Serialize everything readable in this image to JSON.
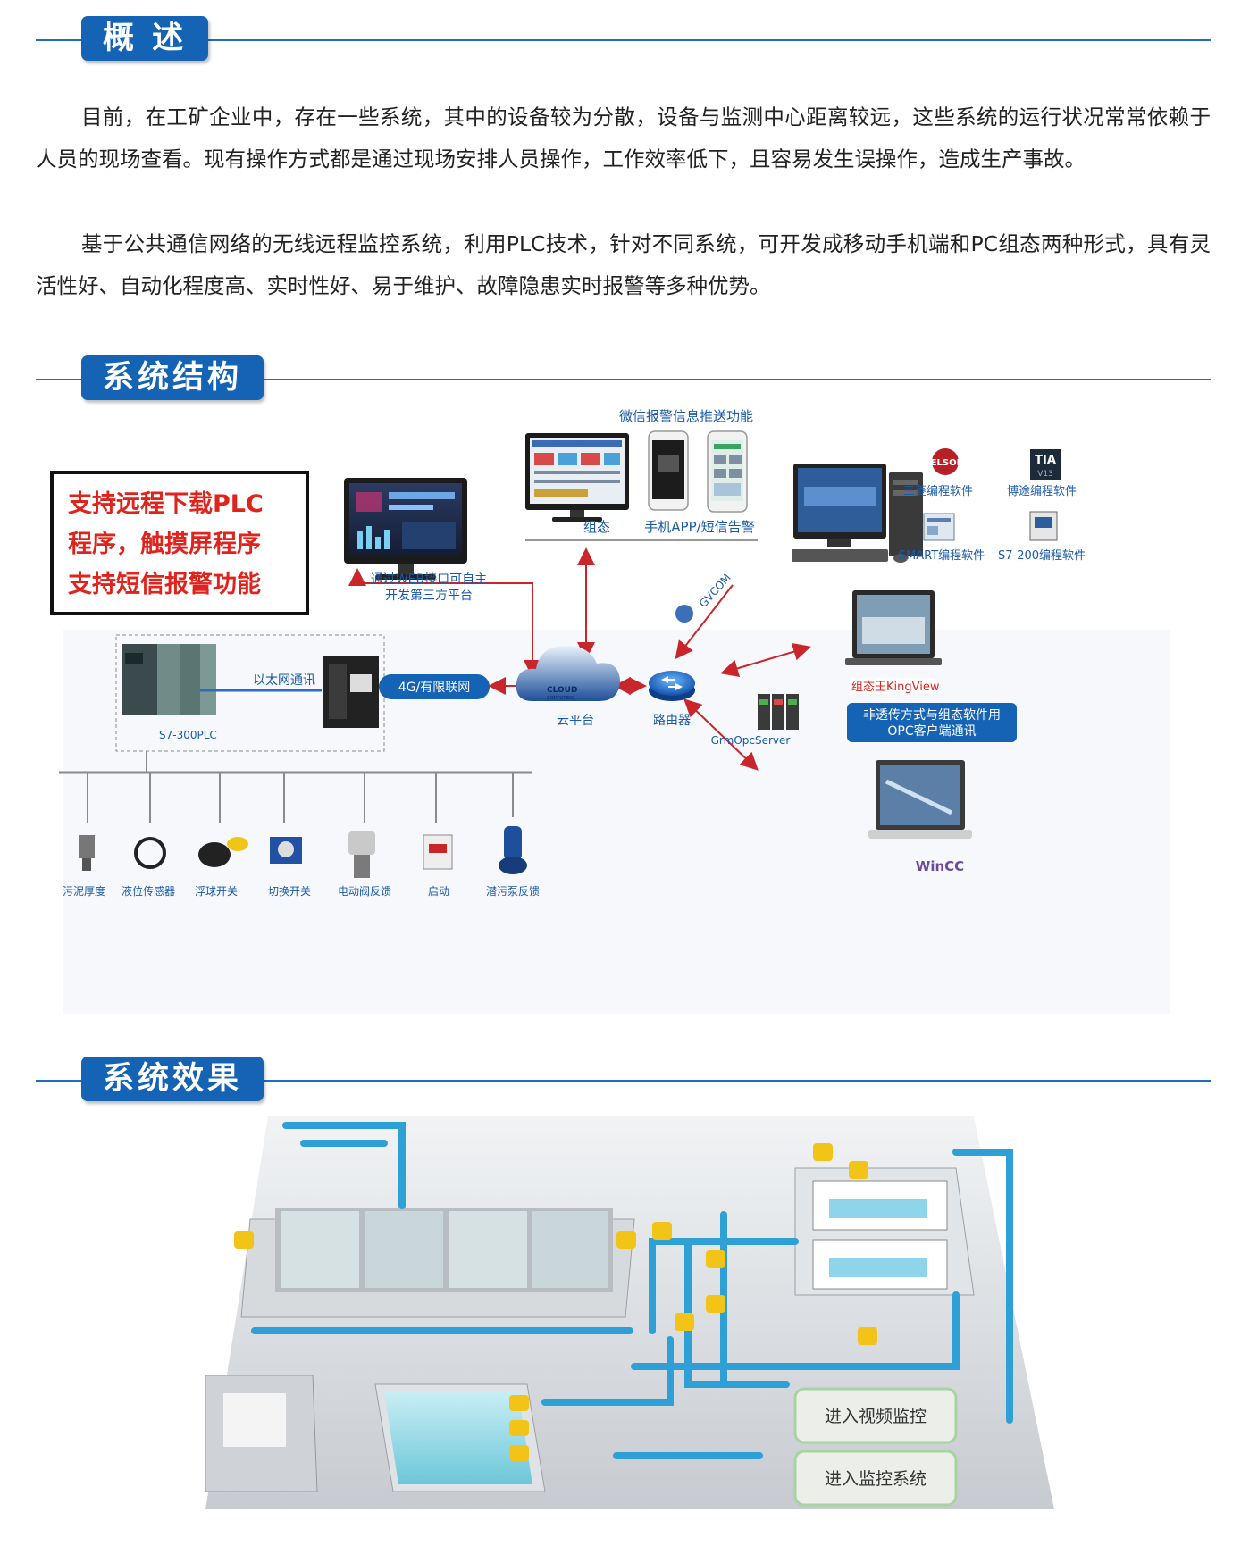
{
  "sections": {
    "overview": "概 述",
    "structure": "系统结构",
    "effect": "系统效果"
  },
  "overview": {
    "p1": "目前，在工矿企业中，存在一些系统，其中的设备较为分散，设备与监测中心距离较远，这些系统的运行状况常常依赖于人员的现场查看。现有操作方式都是通过现场安排人员操作，工作效率低下，且容易发生误操作，造成生产事故。",
    "p2": "基于公共通信网络的无线远程监控系统，利用PLC技术，针对不同系统，可开发成移动手机端和PC组态两种形式，具有灵活性好、自动化程度高、实时性好、易于维护、故障隐患实时报警等多种优势。"
  },
  "diagram": {
    "callout": [
      "支持远程下载PLC",
      "程序，触摸屏程序",
      "支持短信报警功能"
    ],
    "wechat": "微信报警信息推送功能",
    "scada": "组态",
    "mobile": "手机APP/短信告警",
    "web_api": [
      "通过WEB接口可自主",
      "开发第三方平台"
    ],
    "ethernet": "以太网通讯",
    "plc": "S7-300PLC",
    "network": "4G/有限联网",
    "cloud_logo": "CLOUD",
    "cloud_logo_sub": "COMPUTING",
    "cloud": "云平台",
    "router": "路由器",
    "gvcom": "GVCOM",
    "opc_server": "GrmOpcServer",
    "melsoft": "MELSOFT",
    "tia": "TIA",
    "tia_sub": "V13",
    "sw1": "三菱编程软件",
    "sw2": "博途编程软件",
    "sw3": "SMART编程软件",
    "sw4": "S7-200编程软件",
    "kingview": "组态王KingView",
    "opc_box": [
      "非透传方式与组态软件用",
      "OPC客户端通讯"
    ],
    "wincc": "WinCC",
    "devices": [
      "污泥厚度",
      "液位传感器",
      "浮球开关",
      "切换开关",
      "电动阀反馈",
      "启动",
      "潜污泵反馈"
    ]
  },
  "effect": {
    "btn_video": "进入视频监控",
    "btn_monitor": "进入监控系统"
  },
  "colors": {
    "brand_blue": "#1463b5",
    "callout_red": "#e0231c",
    "arrow_red": "#c8262b",
    "label_blue": "#1a5aa8"
  }
}
